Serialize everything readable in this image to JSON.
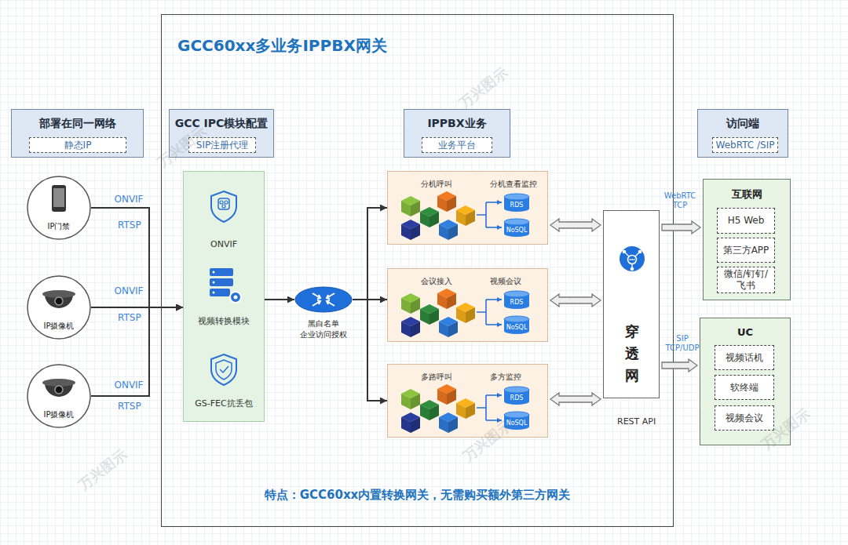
{
  "diagram": {
    "nodes": [
      {
        "text": [
          "部署在同一网络"
        ]
      },
      {
        "text": [
          "静态IP"
        ],
        "in": 0
      },
      {
        "text": [
          "IP门禁"
        ]
      },
      {
        "text": [
          "IP摄像机"
        ]
      },
      {
        "text": [
          "IP摄像机"
        ]
      },
      {
        "text": [
          "GCC60xx多业务IPPBX网关",
          "特点：GCC60xx内置转换网关，无需购买额外第三方网关"
        ]
      },
      {
        "text": [
          "GCC IPC模块配置"
        ],
        "in": 5
      },
      {
        "text": [
          "SIP注册代理"
        ],
        "in": 6
      },
      {
        "text": [
          "ONVIF",
          "视频转换模块",
          "GS-FEC抗丢包"
        ],
        "in": 5
      },
      {
        "text": [
          "黑白名单 企业访问授权"
        ],
        "in": 5
      },
      {
        "text": [
          "IPPBX业务"
        ],
        "in": 5
      },
      {
        "text": [
          "业务平台"
        ],
        "in": 10
      },
      {
        "text": [
          "分机呼叫",
          "分机查看监控"
        ],
        "in": 5
      },
      {
        "text": [
          "RDS"
        ],
        "in": 12
      },
      {
        "text": [
          "NoSQL"
        ],
        "in": 12
      },
      {
        "text": [
          "会议接入",
          "视频会议"
        ],
        "in": 5
      },
      {
        "text": [
          "RDS"
        ],
        "in": 15
      },
      {
        "text": [
          "NoSQL"
        ],
        "in": 15
      },
      {
        "text": [
          "多路呼叫",
          "多方监控"
        ],
        "in": 5
      },
      {
        "text": [
          "RDS"
        ],
        "in": 18
      },
      {
        "text": [
          "NoSQL"
        ],
        "in": 18
      },
      {
        "text": [
          "穿 透 网"
        ],
        "in": 5
      },
      {
        "text": [
          "访问端"
        ]
      },
      {
        "text": [
          "WebRTC /SIP"
        ],
        "in": 22
      },
      {
        "text": [
          "互联网"
        ]
      },
      {
        "text": [
          "H5 Web"
        ],
        "in": 24
      },
      {
        "text": [
          "第三方APP"
        ],
        "in": 24
      },
      {
        "text": [
          "微信/钉钉/ 飞书"
        ],
        "in": 24
      },
      {
        "text": [
          "UC"
        ]
      },
      {
        "text": [
          "视频话机"
        ],
        "in": 28
      },
      {
        "text": [
          "软终端"
        ],
        "in": 28
      },
      {
        "text": [
          "视频会议"
        ],
        "in": 28
      }
    ],
    "edges": [
      {
        "from": 2,
        "to": 8,
        "arrow": "to",
        "label": "ONVIF"
      },
      {
        "from": 3,
        "to": 8,
        "arrow": "to",
        "label": "ONVIF"
      },
      {
        "from": 4,
        "to": 8,
        "arrow": "to",
        "label": "ONVIF"
      },
      {
        "from": 8,
        "to": 9,
        "arrow": "to"
      },
      {
        "from": 9,
        "to": 12,
        "arrow": "to"
      },
      {
        "from": 9,
        "to": 15,
        "arrow": "to"
      },
      {
        "from": 9,
        "to": 18,
        "arrow": "to"
      },
      {
        "from": 12,
        "to": 21,
        "arrow": "both"
      },
      {
        "from": 15,
        "to": 21,
        "arrow": "both"
      },
      {
        "from": 18,
        "to": 21,
        "arrow": "both"
      },
      {
        "from": 21,
        "to": 24,
        "arrow": "to",
        "label": "WebRTC TCP"
      },
      {
        "from": 21,
        "to": 28,
        "arrow": "to",
        "label": "SIP TCP/UDP"
      }
    ],
    "labels": [
      "RTSP",
      "RTSP",
      "RTSP",
      "REST API",
      "万兴图示",
      "万兴图示",
      "万兴图示",
      "万兴图示",
      "万兴图示"
    ]
  }
}
